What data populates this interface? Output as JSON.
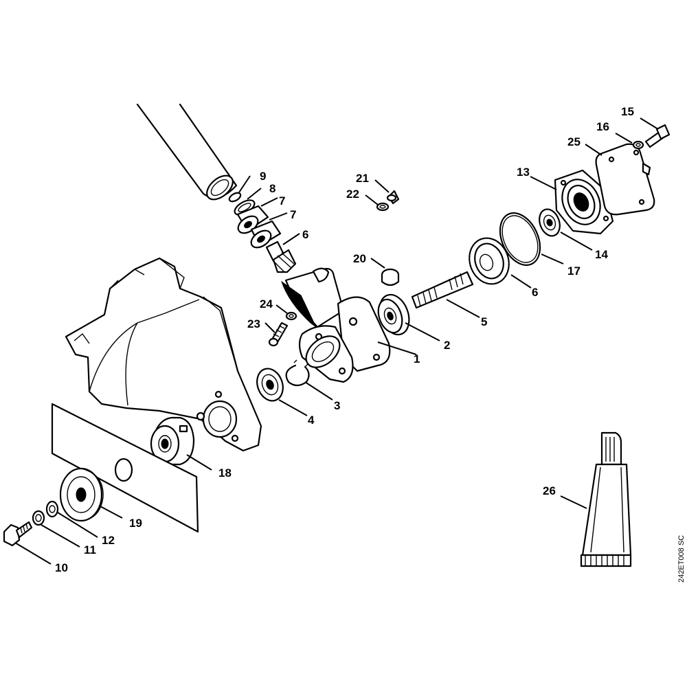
{
  "diagram": {
    "reference_code": "242ET008 SC",
    "callouts": {
      "c1": "1",
      "c2": "2",
      "c3": "3",
      "c4": "4",
      "c5": "5",
      "c6a": "6",
      "c6b": "6",
      "c7a": "7",
      "c7b": "7",
      "c8": "8",
      "c9": "9",
      "c10": "10",
      "c11": "11",
      "c12": "12",
      "c13": "13",
      "c14": "14",
      "c15": "15",
      "c16": "16",
      "c17": "17",
      "c18": "18",
      "c19": "19",
      "c20": "20",
      "c21": "21",
      "c22": "22",
      "c23": "23",
      "c24": "24",
      "c25": "25",
      "c26": "26"
    }
  }
}
